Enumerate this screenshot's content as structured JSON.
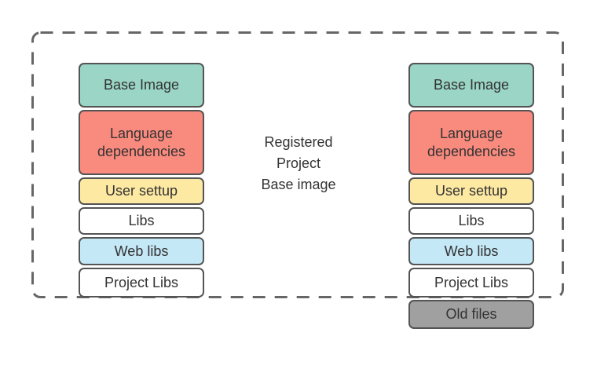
{
  "diagram": {
    "center_label": "Registered\nProject\nBase image",
    "left_stack": {
      "items": [
        {
          "label": "Base Image",
          "color": "#9ad5c5"
        },
        {
          "label": "Language dependencies",
          "color": "#f98a7e"
        },
        {
          "label": "User settup",
          "color": "#fde9a2"
        },
        {
          "label": "Libs",
          "color": "#ffffff"
        },
        {
          "label": "Web libs",
          "color": "#c5e8f7"
        },
        {
          "label": "Project Libs",
          "color": "#ffffff"
        }
      ]
    },
    "right_stack": {
      "items": [
        {
          "label": "Base Image",
          "color": "#9ad5c5"
        },
        {
          "label": "Language dependencies",
          "color": "#f98a7e"
        },
        {
          "label": "User settup",
          "color": "#fde9a2"
        },
        {
          "label": "Libs",
          "color": "#ffffff"
        },
        {
          "label": "Web libs",
          "color": "#c5e8f7"
        },
        {
          "label": "Project Libs",
          "color": "#ffffff"
        },
        {
          "label": "Old files",
          "color": "#a0a0a0"
        }
      ]
    }
  },
  "colors": {
    "shape_border": "#545454",
    "boundary_dash": "#666666",
    "text": "#333333",
    "background": "#ffffff"
  }
}
